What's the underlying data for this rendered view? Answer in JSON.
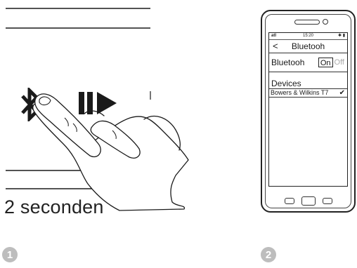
{
  "step1": {
    "badge": "1",
    "caption": "2 seconden",
    "play_pause_icon": "play-pause-icon",
    "bluetooth_icon": "bluetooth-icon",
    "hand_icon": "pressing-hand-icon"
  },
  "step2": {
    "badge": "2",
    "phone": {
      "status": {
        "signal": "atl",
        "time": "15:20",
        "icons": "✱ ▮"
      },
      "nav": {
        "back": "<",
        "title": "Bluetooh"
      },
      "bluetooth_row": {
        "label": "Bluetooh",
        "on": "On",
        "off": "Off"
      },
      "devices_header": "Devices",
      "devices": [
        {
          "name": "Bowers & Wilkins T7",
          "check": "✔"
        }
      ]
    }
  },
  "colors": {
    "line": "#1a1a1a",
    "badge": "#bdbdbd"
  }
}
